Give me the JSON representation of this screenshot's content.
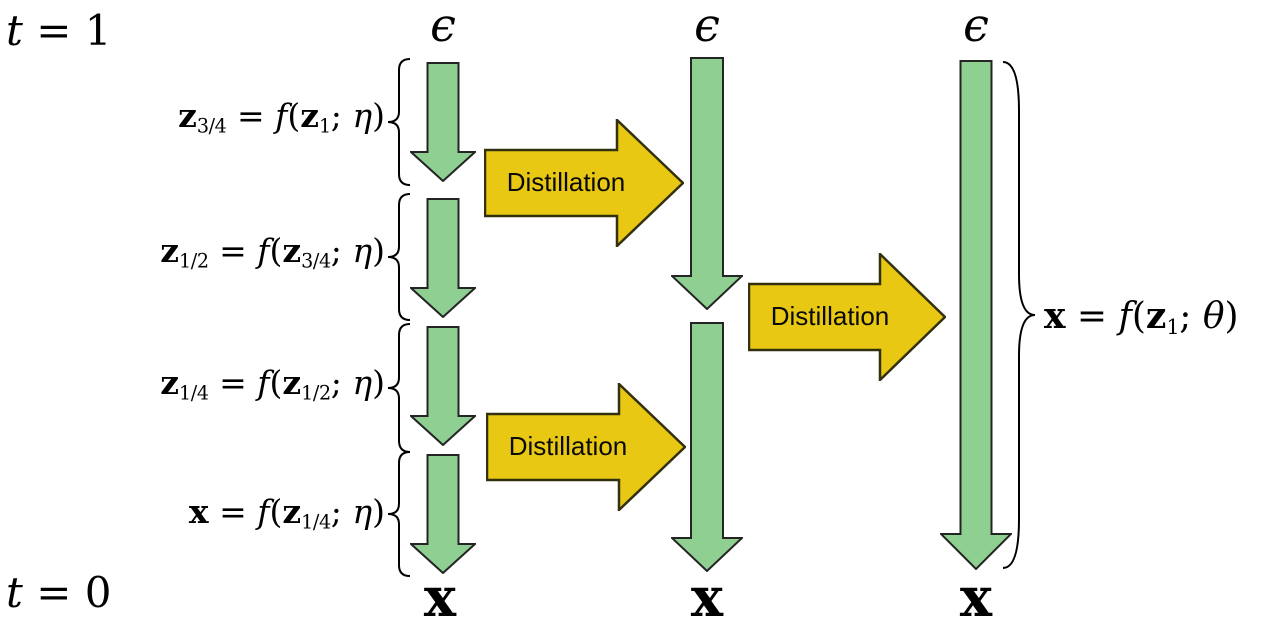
{
  "diagram": {
    "description": "Progressive distillation of a diffusion sampler: 4 steps to 2 steps to 1 step",
    "time_labels": {
      "top": {
        "var": "t",
        "rest": " = 1"
      },
      "bottom": {
        "var": "t",
        "rest": " = 0"
      }
    },
    "columns": [
      {
        "top_symbol": "ϵ",
        "bottom_symbol": "x",
        "num_steps": 4
      },
      {
        "top_symbol": "ϵ",
        "bottom_symbol": "x",
        "num_steps": 2
      },
      {
        "top_symbol": "ϵ",
        "bottom_symbol": "x",
        "num_steps": 1
      }
    ],
    "step_equations": [
      {
        "lhs_base": "z",
        "lhs_sub": "3/4",
        "eq": " = ",
        "fn": "f",
        "open": "(",
        "arg_base": "z",
        "arg_sub": "1",
        "semi": "; ",
        "param": "η",
        "close": ")"
      },
      {
        "lhs_base": "z",
        "lhs_sub": "1/2",
        "eq": " = ",
        "fn": "f",
        "open": "(",
        "arg_base": "z",
        "arg_sub": "3/4",
        "semi": "; ",
        "param": "η",
        "close": ")"
      },
      {
        "lhs_base": "z",
        "lhs_sub": "1/4",
        "eq": " = ",
        "fn": "f",
        "open": "(",
        "arg_base": "z",
        "arg_sub": "1/2",
        "semi": "; ",
        "param": "η",
        "close": ")"
      },
      {
        "lhs_base": "x",
        "lhs_sub": "",
        "eq": " = ",
        "fn": "f",
        "open": "(",
        "arg_base": "z",
        "arg_sub": "1/4",
        "semi": "; ",
        "param": "η",
        "close": ")"
      }
    ],
    "final_equation": {
      "lhs_base": "x",
      "lhs_sub": "",
      "eq": " = ",
      "fn": "f",
      "open": "(",
      "arg_base": "z",
      "arg_sub": "1",
      "semi": "; ",
      "param": "θ",
      "close": ")"
    },
    "distillation_labels": [
      "Distillation",
      "Distillation",
      "Distillation"
    ],
    "colors": {
      "sampler_arrow_fill": "#8FD092",
      "sampler_arrow_stroke": "#242424",
      "distill_arrow_fill": "#E8C813",
      "distill_arrow_stroke": "#33300E",
      "brace_stroke": "#000000",
      "text": "#000000",
      "background": "#FFFFFF"
    }
  }
}
